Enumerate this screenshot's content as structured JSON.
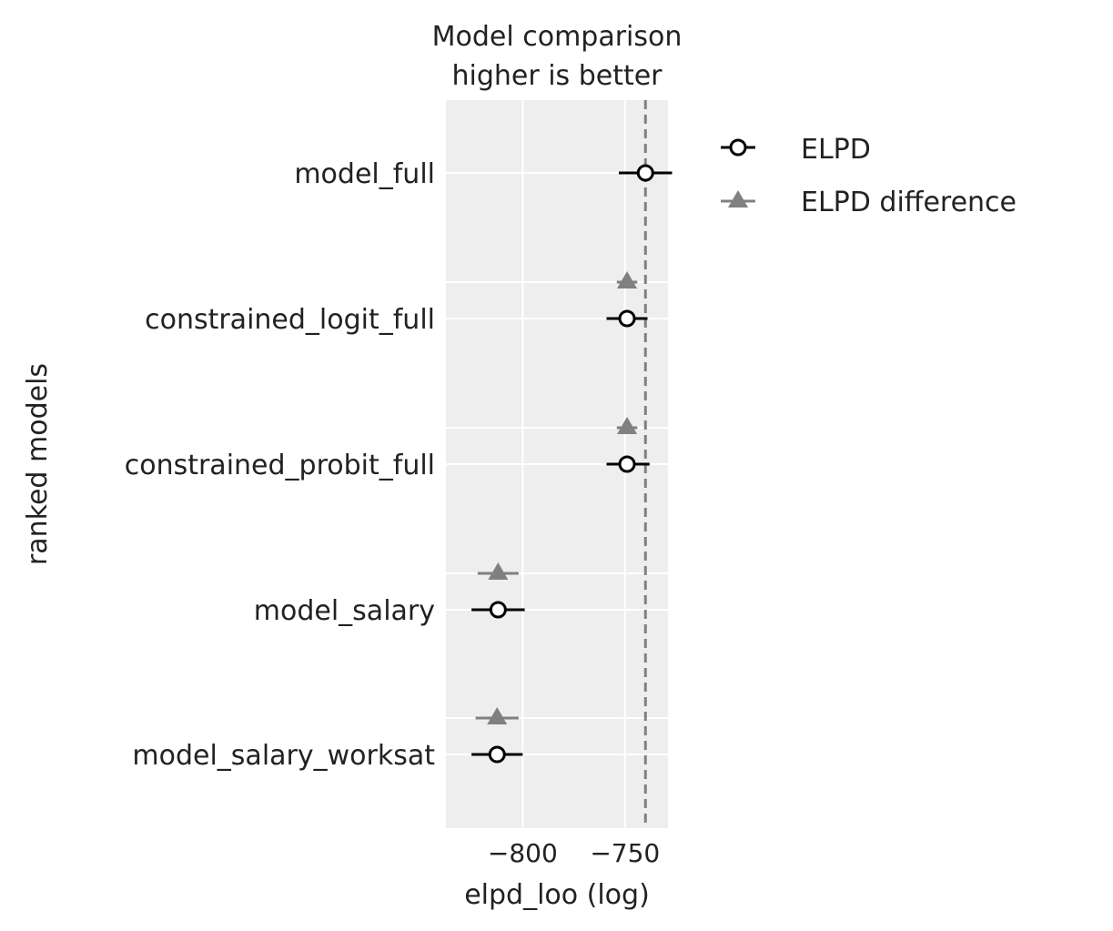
{
  "chart_data": {
    "type": "scatter",
    "title": "Model comparison",
    "subtitle": "higher is better",
    "xlabel": "elpd_loo (log)",
    "ylabel": "ranked models",
    "xlim": [
      -837.5,
      -729
    ],
    "x_ticks": [
      -800,
      -750
    ],
    "x_tick_labels": [
      "−800",
      "−750"
    ],
    "grid": true,
    "legend_placement": "outside-top-right",
    "reference_line": {
      "x": -740,
      "style": "dashed",
      "color": "#808080"
    },
    "categories": [
      "model_full",
      "constrained_logit_full",
      "constrained_probit_full",
      "model_salary",
      "model_salary_worksat"
    ],
    "series": [
      {
        "name": "ELPD",
        "marker": "open-circle",
        "color": "#000000",
        "points": [
          {
            "model": "model_full",
            "x": -740,
            "err_low": -753,
            "err_high": -727
          },
          {
            "model": "constrained_logit_full",
            "x": -749,
            "err_low": -759,
            "err_high": -739
          },
          {
            "model": "constrained_probit_full",
            "x": -749,
            "err_low": -759,
            "err_high": -738
          },
          {
            "model": "model_salary",
            "x": -812,
            "err_low": -825,
            "err_high": -799
          },
          {
            "model": "model_salary_worksat",
            "x": -812.5,
            "err_low": -825,
            "err_high": -800
          }
        ]
      },
      {
        "name": "ELPD difference",
        "marker": "triangle",
        "color": "#808080",
        "points": [
          {
            "model": "constrained_logit_full",
            "x": -749,
            "err_low": -754,
            "err_high": -744
          },
          {
            "model": "constrained_probit_full",
            "x": -749,
            "err_low": -754,
            "err_high": -744
          },
          {
            "model": "model_salary",
            "x": -812,
            "err_low": -822,
            "err_high": -802
          },
          {
            "model": "model_salary_worksat",
            "x": -812.5,
            "err_low": -823,
            "err_high": -802
          }
        ]
      }
    ]
  }
}
